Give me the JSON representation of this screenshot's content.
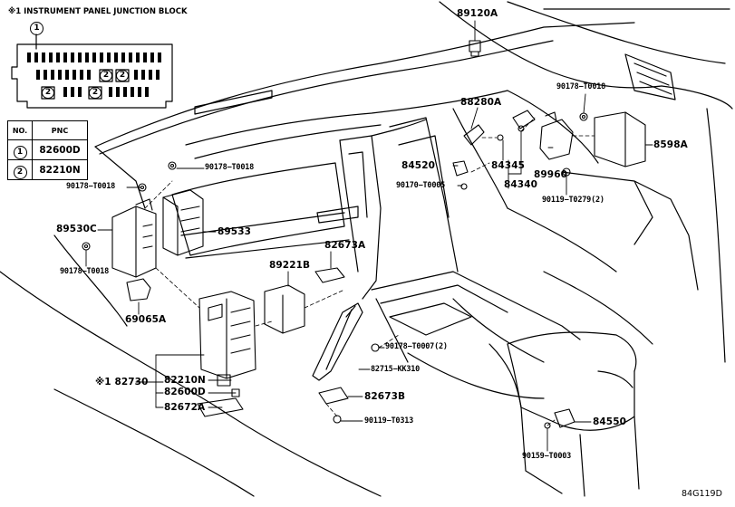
{
  "junction_block": {
    "title": "※1 INSTRUMENT PANEL JUNCTION BLOCK",
    "callout": "1",
    "fuse_marker": "2"
  },
  "legend": {
    "headers": [
      "NO.",
      "PNC"
    ],
    "rows": [
      {
        "no": "1",
        "pnc": "82600D"
      },
      {
        "no": "2",
        "pnc": "82210N"
      }
    ]
  },
  "callouts": {
    "p89120A": "89120A",
    "p88280A": "88280A",
    "p90178T0018_ul": "90178−T0018",
    "p8598A": "8598A",
    "p84345": "84345",
    "p84520": "84520",
    "p89960": "89960",
    "p84340": "84340",
    "p90170T0005": "90170−T0005",
    "p90119T0279": "90119−T0279(2)",
    "p90178T0018_a": "90178−T0018",
    "p90178T0018_b": "90178−T0018",
    "p89530C": "89530C",
    "p89533": "89533",
    "p90178T0018_c": "90178−T0018",
    "p82673A": "82673A",
    "p89221B": "89221B",
    "p69065A": "69065A",
    "p90178T0007": "90178−T0007(2)",
    "p82730": "※1 82730",
    "p82210N": "82210N",
    "p82600D": "82600D",
    "p82672A": "82672A",
    "p82715": "82715−KK310",
    "p82673B": "82673B",
    "p90119T0313": "90119−T0313",
    "p84550": "84550",
    "p90159T0003": "90159−T0003",
    "diagram_code": "84G119D"
  }
}
